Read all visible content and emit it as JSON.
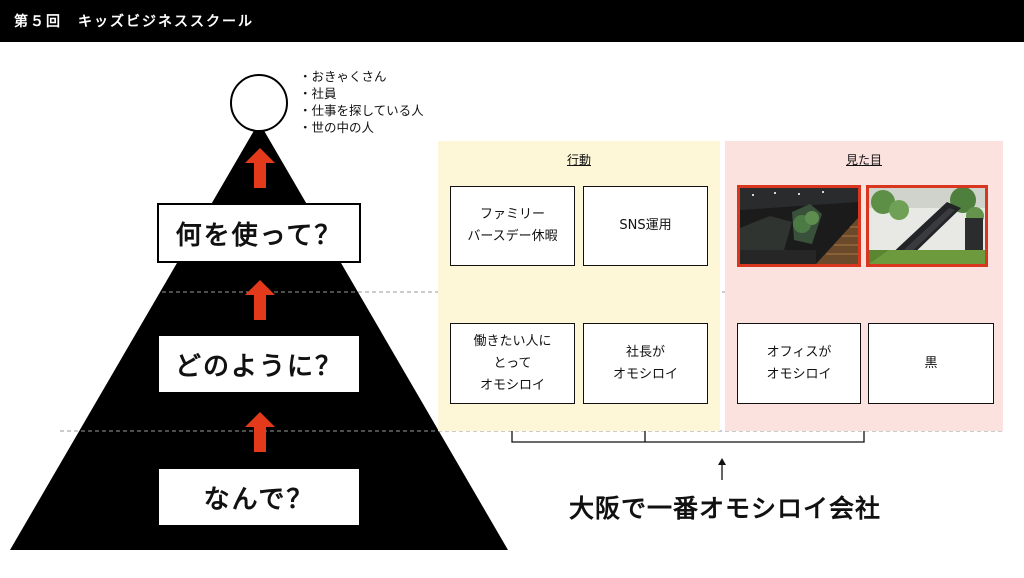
{
  "header": {
    "title": "第５回　キッズビジネススクール"
  },
  "pyramid": {
    "audience": [
      "・おきゃくさん",
      "・社員",
      "・仕事を探している人",
      "・世の中の人"
    ],
    "levels": {
      "top": "何を使って？",
      "middle": "どのように？",
      "bottom": "なんで？"
    }
  },
  "action_panel": {
    "label": "行動",
    "top_cards": [
      "ファミリー\nバースデー休暇",
      "SNS運用"
    ],
    "bottom_cards": [
      "働きたい人に\nとって\nオモシロイ",
      "社長が\nオモシロイ"
    ]
  },
  "look_panel": {
    "label": "見た目",
    "photos": [
      "office-stairs-photo",
      "office-slide-photo"
    ],
    "bottom_cards": [
      "オフィスが\nオモシロイ",
      "黒"
    ]
  },
  "conclusion": "大阪で一番オモシロイ会社",
  "colors": {
    "arrow": "#e23a1a",
    "action_bg": "#fdf7d8",
    "look_bg": "#fbe2df",
    "photo_border": "#d9361f"
  }
}
